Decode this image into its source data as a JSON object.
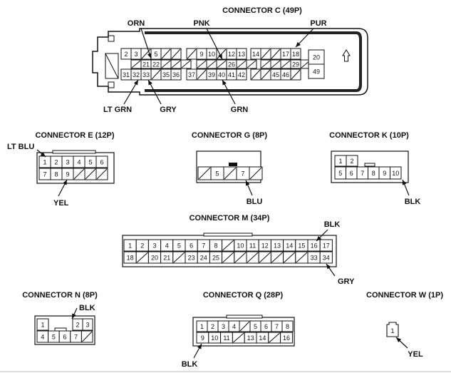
{
  "connectors": [
    {
      "id": "c",
      "title": "CONNECTOR C (49P)",
      "groups": [
        {
          "top": [
            "2",
            "3",
            "/",
            "5",
            "/",
            "/"
          ],
          "mid": [
            "/",
            "21",
            "22",
            "/",
            "/",
            "/"
          ],
          "bot": [
            "31",
            "32",
            "33",
            "/",
            "35",
            "36"
          ]
        },
        {
          "top": [
            "/",
            "9",
            "10",
            "/",
            "12",
            "13"
          ],
          "mid": [
            "/",
            "/",
            "/",
            "26",
            "/",
            "/"
          ],
          "bot": [
            "37",
            "/",
            "39",
            "40",
            "41",
            "42"
          ]
        },
        {
          "top": [
            "14",
            "/",
            "/",
            "17",
            "18"
          ],
          "mid": [
            "/",
            "/",
            "/",
            "29",
            "/"
          ],
          "bot": [
            "/",
            "/",
            "45",
            "46",
            "/"
          ]
        },
        {
          "cells": [
            "20",
            "49"
          ]
        }
      ],
      "wires": [
        {
          "label": "ORN"
        },
        {
          "label": "PNK"
        },
        {
          "label": "PUR"
        },
        {
          "label": "LT GRN"
        },
        {
          "label": "GRY"
        },
        {
          "label": "GRN"
        }
      ]
    },
    {
      "id": "e",
      "title": "CONNECTOR E (12P)",
      "rows": [
        [
          "1",
          "2",
          "3",
          "4",
          "5",
          "6"
        ],
        [
          "7",
          "8",
          "9",
          "/",
          "/",
          "/"
        ]
      ],
      "wires": [
        {
          "label": "LT BLU"
        },
        {
          "label": "YEL"
        }
      ]
    },
    {
      "id": "g",
      "title": "CONNECTOR G (8P)",
      "rows": [
        [
          "/",
          "5",
          "/",
          "7",
          "/"
        ]
      ],
      "wires": [
        {
          "label": "BLU"
        }
      ]
    },
    {
      "id": "k",
      "title": "CONNECTOR K (10P)",
      "rows": [
        [
          "1",
          "2",
          "",
          "",
          "",
          "",
          ""
        ],
        [
          "5",
          "6",
          "7",
          "8",
          "9",
          "10"
        ]
      ],
      "wires": [
        {
          "label": "BLK"
        }
      ]
    },
    {
      "id": "m",
      "title": "CONNECTOR M (34P)",
      "rows": [
        [
          "1",
          "2",
          "3",
          "4",
          "5",
          "6",
          "7",
          "8",
          "/",
          "10",
          "11",
          "12",
          "13",
          "14",
          "15",
          "16",
          "17"
        ],
        [
          "18",
          "/",
          "20",
          "21",
          "/",
          "23",
          "24",
          "25",
          "/",
          "/",
          "/",
          "/",
          "/",
          "/",
          "/",
          "33",
          "34"
        ]
      ],
      "wires": [
        {
          "label": "BLK"
        },
        {
          "label": "GRY"
        }
      ]
    },
    {
      "id": "n",
      "title": "CONNECTOR N (8P)",
      "rows": [
        [
          "1",
          "2",
          "3"
        ],
        [
          "4",
          "5",
          "6",
          "7",
          "/"
        ]
      ],
      "wires": [
        {
          "label": "BLK"
        }
      ]
    },
    {
      "id": "q",
      "title": "CONNECTOR Q (28P)",
      "rows": [
        [
          "1",
          "2",
          "3",
          "4",
          "/",
          "5",
          "6",
          "7",
          "8"
        ],
        [
          "9",
          "10",
          "11",
          "/",
          "13",
          "14",
          "/",
          "16"
        ]
      ],
      "wires": [
        {
          "label": "BLK"
        }
      ]
    },
    {
      "id": "w",
      "title": "CONNECTOR W (1P)",
      "rows": [
        [
          "1"
        ]
      ],
      "wires": [
        {
          "label": "YEL"
        }
      ]
    }
  ]
}
